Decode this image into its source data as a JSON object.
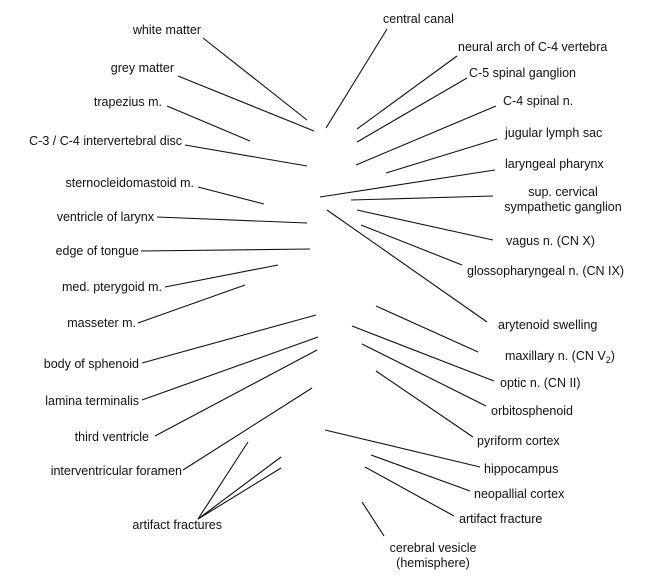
{
  "labels": {
    "white_matter": "white matter",
    "grey_matter": "grey matter",
    "trapezius": "trapezius m.",
    "intervertebral_disc": "C-3 / C-4 intervertebral disc",
    "sternocleidomastoid": "sternocleidomastoid m.",
    "ventricle_larynx": "ventricle of larynx",
    "edge_tongue": "edge of tongue",
    "med_pterygoid": "med. pterygoid m.",
    "masseter": "masseter m.",
    "body_sphenoid": "body of sphenoid",
    "lamina_terminalis": "lamina terminalis",
    "third_ventricle": "third ventricle",
    "interventricular_foramen": "interventricular foramen",
    "artifact_fractures": "artifact fractures",
    "central_canal": "central canal",
    "neural_arch": "neural arch of C-4 vertebra",
    "c5_ganglion": "C-5 spinal ganglion",
    "c4_nerve": "C-4 spinal n.",
    "jugular_lymph_sac": "jugular lymph sac",
    "laryngeal_pharynx": "laryngeal pharynx",
    "sup_cervical_line1": "sup. cervical",
    "sup_cervical_line2": "sympathetic ganglion",
    "vagus": "vagus n. (CN X)",
    "glossopharyngeal": "glossopharyngeal n. (CN IX)",
    "arytenoid": "arytenoid swelling",
    "maxillary_main": "maxillary n. (CN V",
    "maxillary_sub": "2",
    "maxillary_close": ")",
    "optic": "optic n. (CN II)",
    "orbitosphenoid": "orbitosphenoid",
    "pyriform": "pyriform cortex",
    "hippocampus": "hippocampus",
    "neopallial": "neopallial cortex",
    "artifact_fracture": "artifact fracture",
    "cerebral_vesicle_line1": "cerebral vesicle",
    "cerebral_vesicle_line2": "(hemisphere)"
  },
  "colors": {
    "ink": "#111111",
    "background": "#ffffff"
  }
}
